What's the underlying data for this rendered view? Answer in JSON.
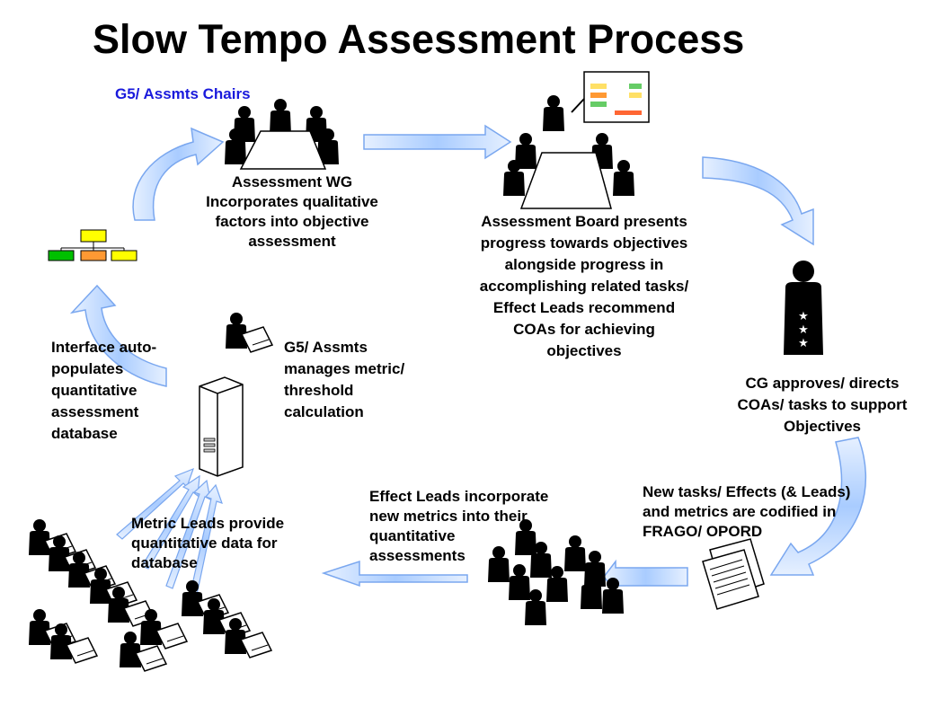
{
  "title": "Slow Tempo Assessment Process",
  "chairs_label": "G5/ Assmts Chairs",
  "assessment_wg": [
    "Assessment WG",
    "Incorporates qualitative",
    "factors into objective",
    "assessment"
  ],
  "assessment_board": [
    "Assessment Board presents",
    "progress towards objectives",
    "alongside progress in",
    "accomplishing related tasks/",
    "Effect Leads recommend",
    "COAs for achieving",
    "objectives"
  ],
  "cg": [
    "CG approves/ directs",
    "COAs/ tasks to support",
    "Objectives"
  ],
  "new_tasks": [
    "New tasks/ Effects (& Leads)",
    "and metrics are codified in",
    "FRAGO/ OPORD"
  ],
  "effect_leads": [
    "Effect Leads incorporate",
    "new metrics into their",
    "quantitative",
    "assessments"
  ],
  "metric_leads": [
    "Metric Leads provide",
    "quantitative data for",
    "database"
  ],
  "interface": [
    "Interface auto-",
    "populates",
    "quantitative",
    "assessment",
    "database"
  ],
  "g5_manages": [
    "G5/ Assmts",
    "manages metric/",
    "threshold",
    "calculation"
  ],
  "colors": {
    "arrow_fill": "#a9ccff",
    "arrow_stroke": "#5f8fe0",
    "label_blue": "#1a1adc",
    "org_yellow": "#ffff00",
    "org_green": "#00c000",
    "org_orange": "#ff9933"
  },
  "icons": [
    "meeting-table-icon",
    "presenter-icon",
    "general-icon",
    "frago-document-icon",
    "server-icon",
    "laptop-user-icon",
    "org-chart-icon",
    "laptop-group-icon"
  ]
}
